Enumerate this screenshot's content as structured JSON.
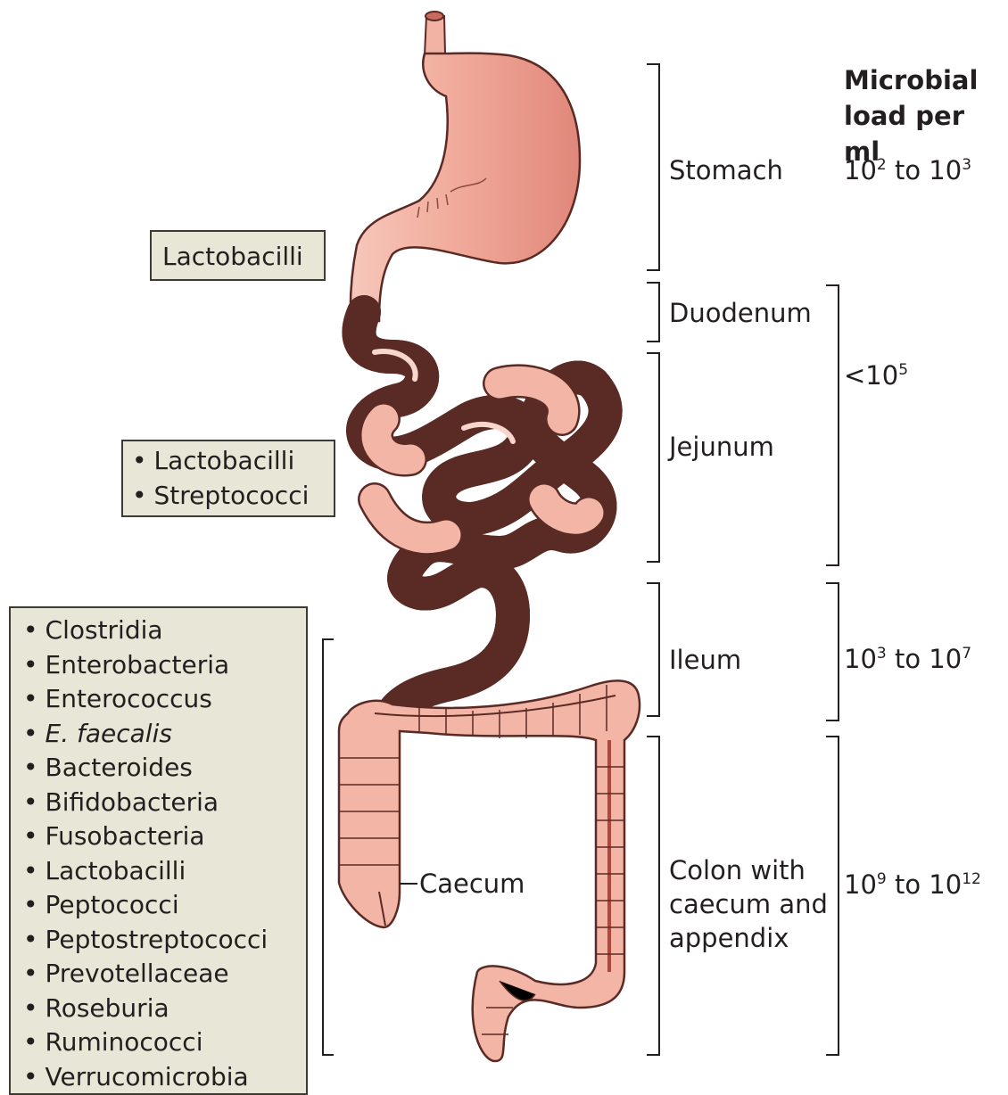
{
  "header": {
    "line1": "Microbial",
    "line2": "load per ml"
  },
  "sections": {
    "stomach": "Stomach",
    "duodenum": "Duodenum",
    "jejunum": "Jejunum",
    "ileum": "Ileum",
    "colon": [
      "Colon with",
      "caecum and",
      "appendix"
    ]
  },
  "loads": {
    "stomach": {
      "a": "10",
      "a_exp": "2",
      "mid": " to ",
      "b": "10",
      "b_exp": "3"
    },
    "small": {
      "prefix": "<10",
      "exp": "5"
    },
    "ileum": {
      "a": "10",
      "a_exp": "3",
      "mid": " to ",
      "b": "10",
      "b_exp": "7"
    },
    "colon": {
      "a": "10",
      "a_exp": "9",
      "mid": " to ",
      "b": "10",
      "b_exp": "12"
    }
  },
  "caecum_label": "Caecum",
  "boxes": {
    "stomach_box": [
      "Lactobacilli"
    ],
    "jejunum_box": [
      "Lactobacilli",
      "Streptococci"
    ],
    "colon_box": [
      "Clostridia",
      "Enterobacteria",
      "Enterococcus",
      "E. faecalis",
      "Bacteroides",
      "Bifidobacteria",
      "Fusobacteria",
      "Lactobacilli",
      "Peptococci",
      "Peptostreptococci",
      "Prevotellaceae",
      "Roseburia",
      "Ruminococci",
      "Verrucomicrobia"
    ]
  },
  "colors": {
    "tissue": "#f2b5a6",
    "tissue_edge": "#5a2a24",
    "box_fill": "#e8e6d6"
  },
  "icons": [
    "stomach-illustration",
    "small-intestine-illustration",
    "colon-illustration"
  ]
}
